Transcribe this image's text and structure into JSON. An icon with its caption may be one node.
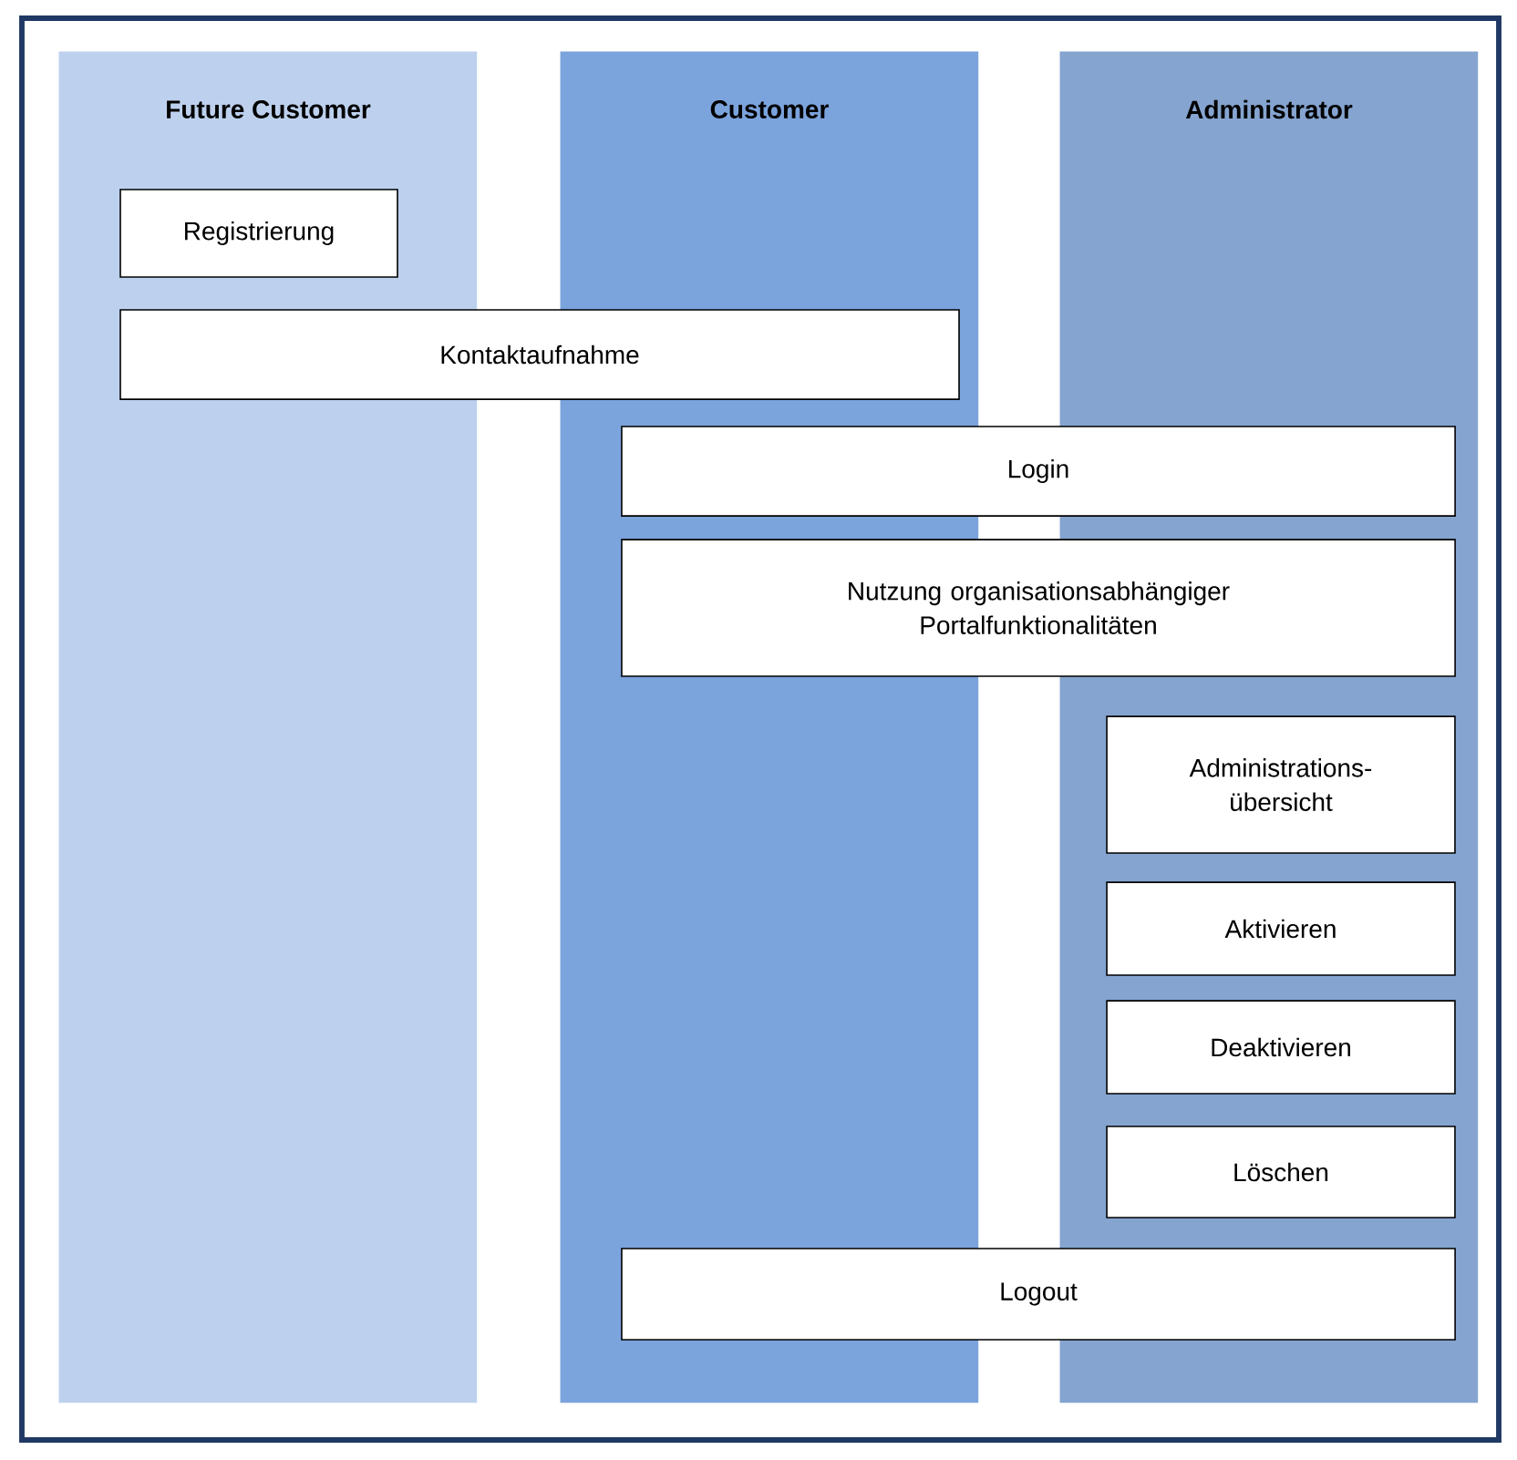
{
  "diagram": {
    "nodes": [
      {
        "text": [
          "Future Customer"
        ]
      },
      {
        "text": [
          "Customer"
        ]
      },
      {
        "text": [
          "Administrator"
        ]
      },
      {
        "text": [
          "Registrierung"
        ],
        "in": 0
      },
      {
        "text": [
          "Kontaktaufnahme"
        ]
      },
      {
        "text": [
          "Login"
        ]
      },
      {
        "text": [
          "Nutzung organisationsabhängiger Portalfunktionalitäten"
        ]
      },
      {
        "text": [
          "Administrations- übersicht"
        ],
        "in": 2
      },
      {
        "text": [
          "Aktivieren"
        ],
        "in": 2
      },
      {
        "text": [
          "Deaktivieren"
        ],
        "in": 2
      },
      {
        "text": [
          "Löschen"
        ],
        "in": 2
      },
      {
        "text": [
          "Logout"
        ]
      }
    ]
  }
}
